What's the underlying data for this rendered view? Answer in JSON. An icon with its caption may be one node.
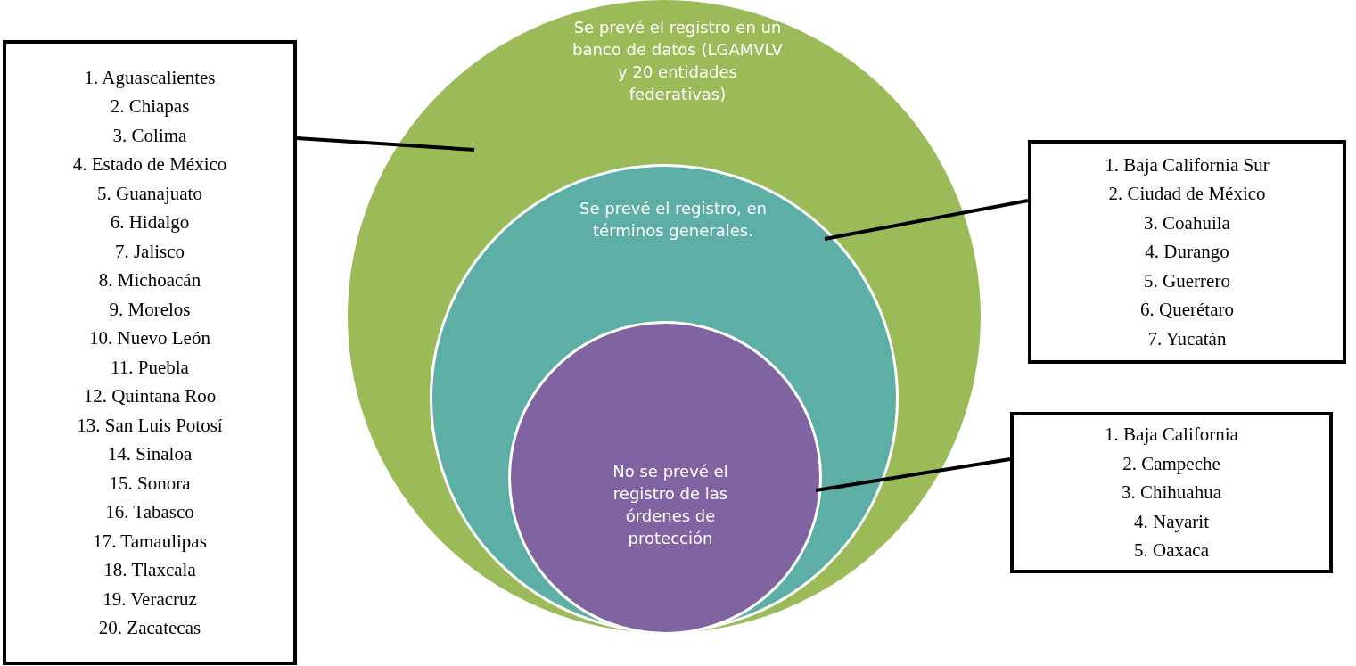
{
  "diagram": {
    "nodes": [
      {
        "text": [
          "Se prevé el registro en un banco de datos (LGAMVLV y 20 entidades federativas)"
        ]
      },
      {
        "text": [
          "Se prevé el registro, en términos generales."
        ],
        "in": 0
      },
      {
        "text": [
          "No se prevé el registro de las órdenes de protección"
        ],
        "in": 1
      },
      {
        "text": [
          "1. Aguascalientes",
          "2. Chiapas",
          "3. Colima",
          "4. Estado de México",
          "5. Guanajuato",
          "6. Hidalgo",
          "7. Jalisco",
          "8. Michoacán",
          "9. Morelos",
          "10. Nuevo León",
          "11. Puebla",
          "12. Quintana Roo",
          "13. San Luis Potosí",
          "14. Sinaloa",
          "15. Sonora",
          "16. Tabasco",
          "17. Tamaulipas",
          "18. Tlaxcala",
          "19. Veracruz",
          "20. Zacatecas"
        ]
      },
      {
        "text": [
          "1. Baja California Sur",
          "2. Ciudad de México",
          "3. Coahuila",
          "4. Durango",
          "5. Guerrero",
          "6. Querétaro",
          "7. Yucatán"
        ]
      },
      {
        "text": [
          "1. Baja California",
          "2. Campeche",
          "3. Chihuahua",
          "4. Nayarit",
          "5. Oaxaca"
        ]
      }
    ],
    "edges": [
      {
        "from": 3,
        "to": 0,
        "arrow": "none"
      },
      {
        "from": 4,
        "to": 1,
        "arrow": "none"
      },
      {
        "from": 5,
        "to": 2,
        "arrow": "none"
      }
    ]
  }
}
